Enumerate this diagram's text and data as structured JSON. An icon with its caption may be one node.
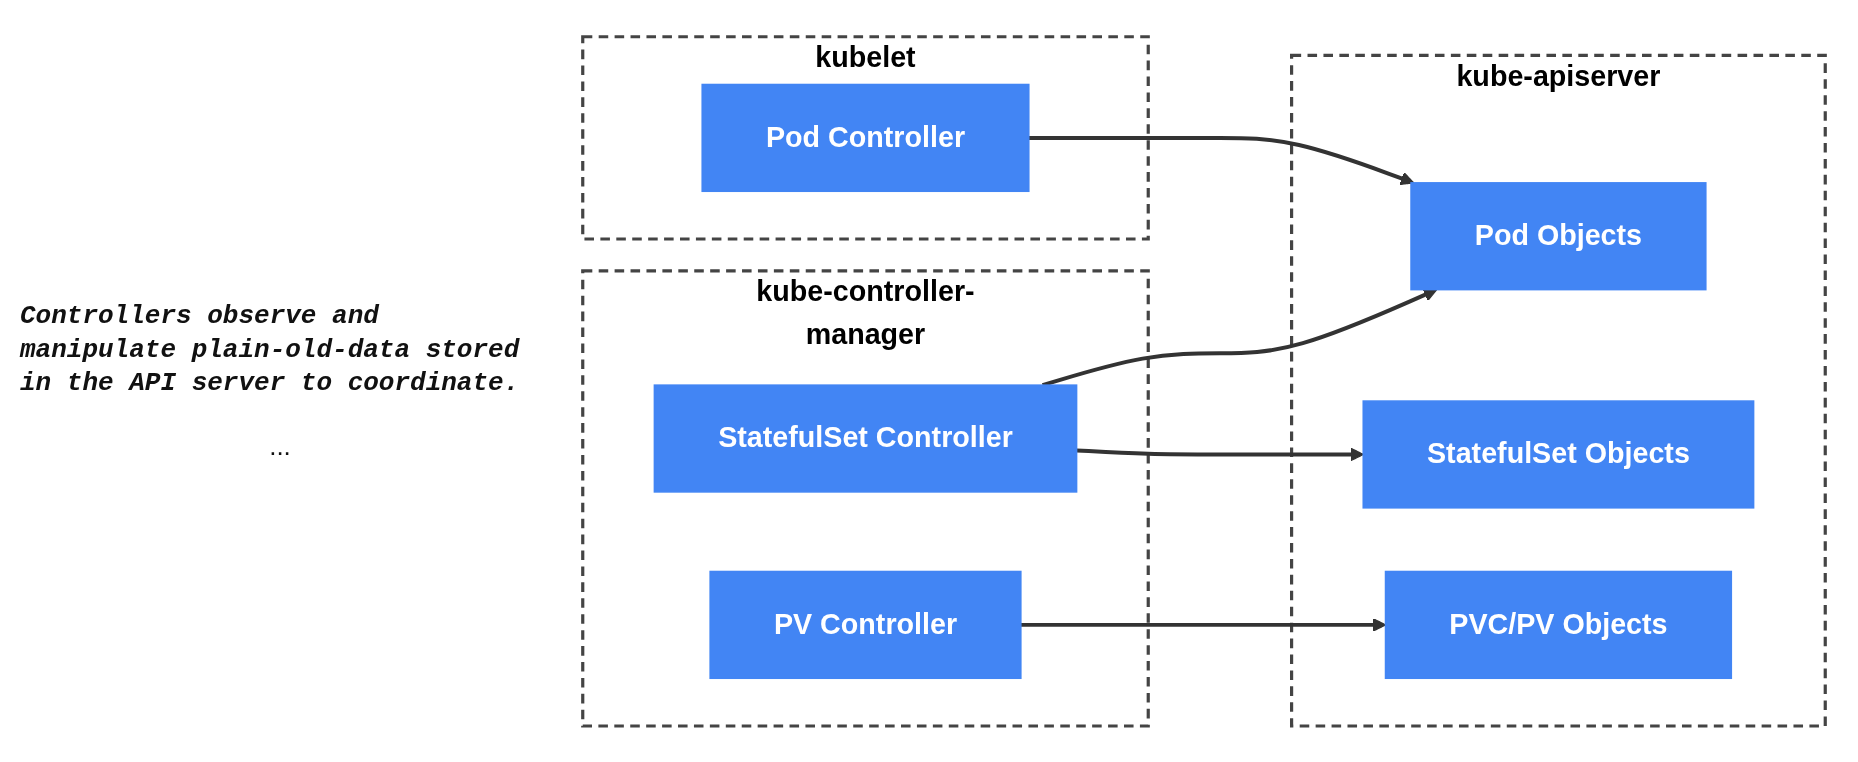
{
  "diagram": {
    "nodes": [
      {
        "text": [
          "kubelet"
        ]
      },
      {
        "text": [
          "Pod Controller"
        ],
        "in": 0
      },
      {
        "text": [
          "kube-apiserver"
        ]
      },
      {
        "text": [
          "Pod Objects"
        ],
        "in": 2
      },
      {
        "text": [
          "PVC/PV Objects"
        ],
        "in": 2
      },
      {
        "text": [
          "StatefulSet Objects"
        ],
        "in": 2
      },
      {
        "text": [
          "kube-controller-manager"
        ]
      },
      {
        "text": [
          "PV Controller"
        ],
        "in": 6
      },
      {
        "text": [
          "StatefulSet Controller"
        ],
        "in": 6
      }
    ],
    "edges": [
      {
        "from": 1,
        "to": 3,
        "arrow": "to"
      },
      {
        "from": 7,
        "to": 4,
        "arrow": "to"
      },
      {
        "from": 8,
        "to": 3,
        "arrow": "to"
      },
      {
        "from": 8,
        "to": 5,
        "arrow": "to"
      }
    ],
    "labels": [
      "Controllers observe and manipulate plain-old-data stored in the API server to coordinate.",
      "..."
    ]
  }
}
